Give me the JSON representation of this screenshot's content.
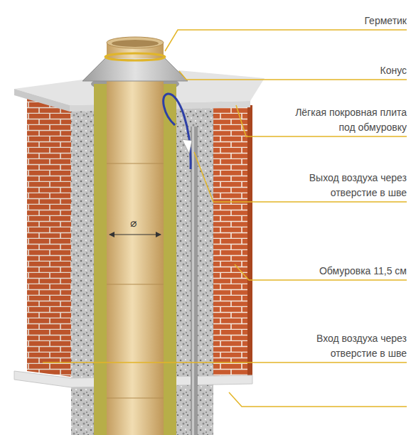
{
  "diagram": {
    "labels": [
      "Герметик",
      "Конус",
      "Лёгкая покровная плита под обмуровку",
      "Выход воздуха через отверстие в шве",
      "⌀",
      "Обмуровка 11,5 см",
      "Вход воздуха через отверстие в шве"
    ]
  }
}
